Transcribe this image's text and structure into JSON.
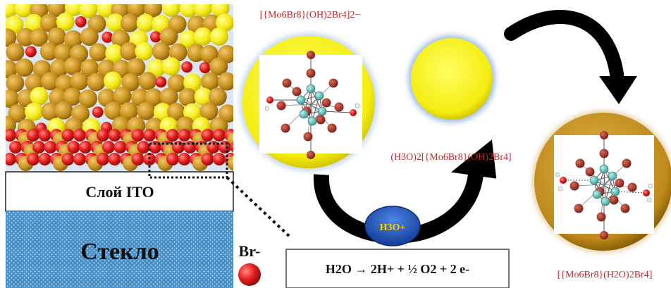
{
  "labels": {
    "cluster_anion": "[{Mo6Br8}(OH)2Br4]2−",
    "protonated_salt": "(H3O)2[{Mo6Br8}(OH)2Br4]",
    "aqua_complex": "[{Mo6Br8}(H2O)2Br4]",
    "ito_layer": "Слой ITO",
    "glass": "Стекло",
    "bromide": "Br-",
    "hydronium": "H3O+",
    "reaction": "H2O → 2H+ + ½ O2 + 2 e-"
  },
  "colors": {
    "red_text": "#c0282d",
    "yellow": "#f2ea16",
    "gold": "#b8860b",
    "red_sphere": "#d01818",
    "glass_blue": "#4a90c8",
    "arrow": "#000000",
    "hydronium_ellipse": "#1d4fb0",
    "hydronium_text": "#ffd400"
  }
}
